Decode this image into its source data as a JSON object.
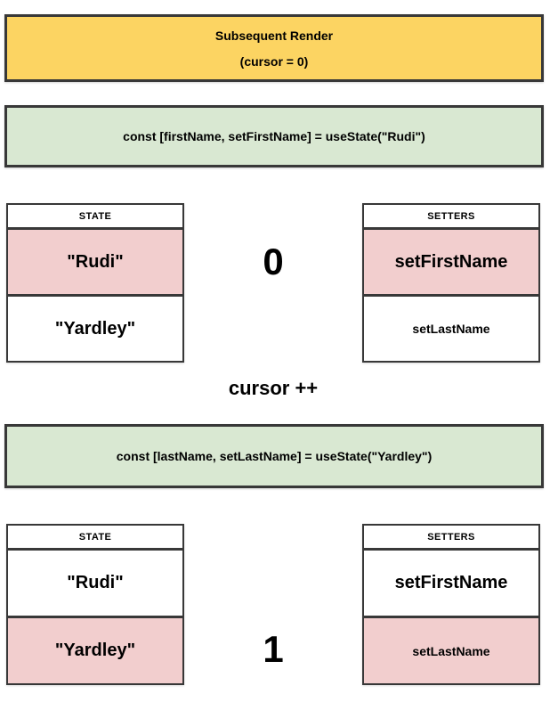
{
  "diagram": {
    "render_box": {
      "title": "Subsequent Render",
      "subtitle": "(cursor = 0)"
    },
    "cursor_increment_label": "cursor ++",
    "steps": [
      {
        "code": "const [firstName, setFirstName] = useState(\"Rudi\")",
        "cursor_value": "0",
        "state_table": {
          "header": "STATE",
          "rows": [
            {
              "label": "\"Rudi\"",
              "highlighted": true
            },
            {
              "label": "\"Yardley\"",
              "highlighted": false
            }
          ]
        },
        "setters_table": {
          "header": "SETTERS",
          "rows": [
            {
              "label": "setFirstName",
              "highlighted": true
            },
            {
              "label": "setLastName",
              "highlighted": false
            }
          ]
        }
      },
      {
        "code": "const [lastName, setLastName] = useState(\"Yardley\")",
        "cursor_value": "1",
        "state_table": {
          "header": "STATE",
          "rows": [
            {
              "label": "\"Rudi\"",
              "highlighted": false
            },
            {
              "label": "\"Yardley\"",
              "highlighted": true
            }
          ]
        },
        "setters_table": {
          "header": "SETTERS",
          "rows": [
            {
              "label": "setFirstName",
              "highlighted": false
            },
            {
              "label": "setLastName",
              "highlighted": true
            }
          ]
        }
      }
    ],
    "colors": {
      "render_box_bg": "#FCD462",
      "code_box_bg": "#D9E8D2",
      "highlight_bg": "#F2CECE",
      "border": "#383838"
    }
  }
}
